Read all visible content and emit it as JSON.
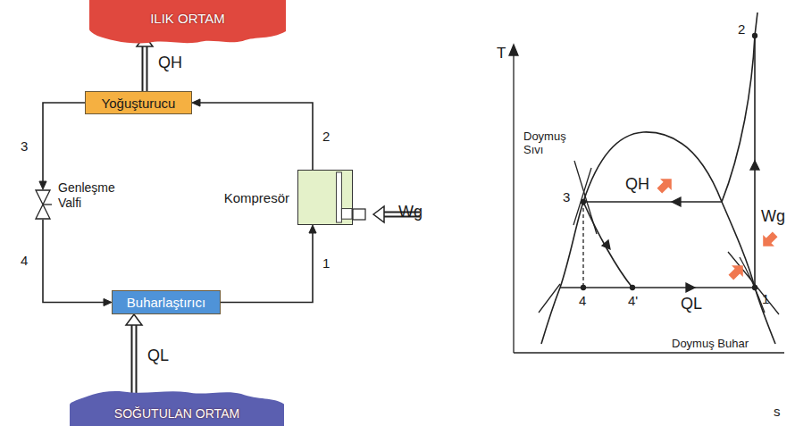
{
  "diagram": {
    "nodes": [
      {
        "text": [
          "ILIK ORTAM"
        ]
      },
      {
        "text": [
          "Yoğuşturucu"
        ]
      },
      {
        "text": [
          "Kompresör"
        ]
      },
      {
        "text": [
          "Genleşme Valfi"
        ]
      },
      {
        "text": [
          "Buharlaştırıcı"
        ]
      },
      {
        "text": [
          "SOĞUTULAN ORTAM"
        ]
      }
    ],
    "edges": [
      {
        "from": 2,
        "to": 1,
        "arrow": "to",
        "label": "2"
      },
      {
        "from": 1,
        "to": 3,
        "arrow": "to",
        "label": "3"
      },
      {
        "from": 3,
        "to": 4,
        "arrow": "to",
        "label": "4"
      },
      {
        "from": 4,
        "to": 2,
        "arrow": "to",
        "label": "1"
      },
      {
        "from": 1,
        "to": 0,
        "arrow": "to",
        "label": "QH"
      },
      {
        "from": 5,
        "to": 4,
        "arrow": "to",
        "label": "QL"
      }
    ],
    "labels": [
      "Wg",
      "T",
      "s",
      "Doymuş Sıvı",
      "QH",
      "Wg",
      "3",
      "2",
      "4",
      "4'",
      "QL",
      "1",
      "Doymuş Buhar"
    ]
  }
}
